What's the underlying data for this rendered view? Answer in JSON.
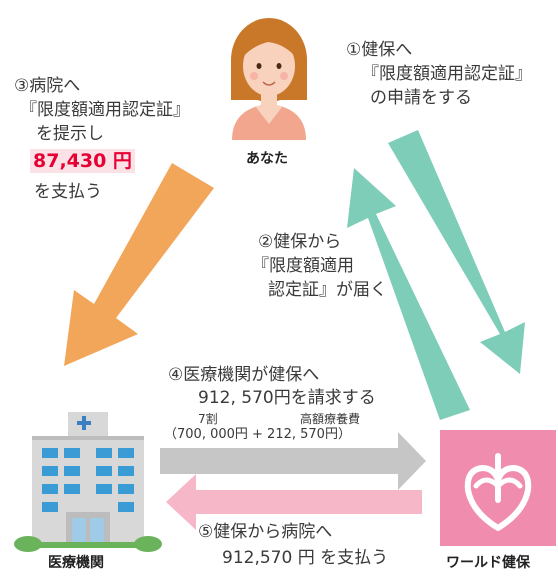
{
  "actors": {
    "you": "あなた",
    "hospital": "医療機関",
    "insurer": "ワールド健保"
  },
  "step1": {
    "lines": [
      "①健保へ",
      "『限度額適用認定証』",
      "の申請をする"
    ]
  },
  "step2": {
    "lines": [
      "②健保から",
      "『限度額適用",
      "認定証』が届く"
    ]
  },
  "step3": {
    "lines": [
      "③病院へ",
      "『限度額適用認定証』",
      "を提示し"
    ],
    "amount": "87,430 円",
    "tail": "を支払う"
  },
  "step4": {
    "line1": "④医療機関が健保へ",
    "line2": "912, 570円を請求する",
    "label_left": "7割",
    "label_right": "高額療養費",
    "breakdown": "（700, 000円 + 212, 570円）"
  },
  "step5": {
    "line1": "⑤健保から病院へ",
    "line2": "912,570 円 を支払う"
  },
  "colors": {
    "orange_arrow": "#f2a65a",
    "teal_arrow": "#7ecdb8",
    "gray_arrow": "#c6c6c6",
    "pink_arrow": "#f6b8c9",
    "insurer_pink": "#f08cad",
    "amount_red": "#e60033"
  },
  "icons": [
    "person-icon",
    "hospital-building-icon",
    "insurer-logo-icon"
  ]
}
